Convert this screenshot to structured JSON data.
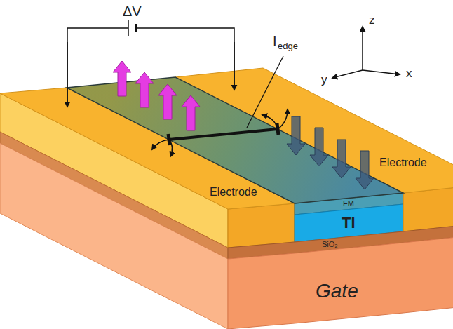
{
  "diagram": {
    "labels": [
      "ΔV",
      "I",
      "edge",
      "z",
      "y",
      "x",
      "Electrode",
      "Electrode",
      "FM",
      "TI",
      "SiO₂",
      "Gate"
    ]
  }
}
